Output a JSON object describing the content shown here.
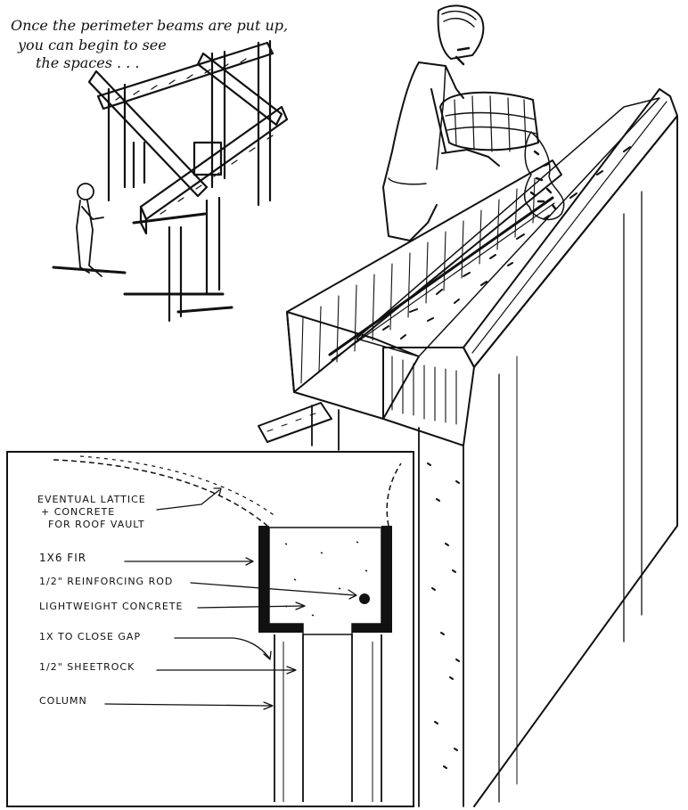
{
  "caption": {
    "lines": [
      "Once the perimeter beams are put up,",
      "you can begin to see",
      "the spaces . . ."
    ]
  },
  "section_labels": {
    "lattice_line1": "EVENTUAL LATTICE",
    "lattice_line2": "+ CONCRETE",
    "lattice_line3": "FOR ROOF VAULT",
    "fir": "1X6 FIR",
    "rod": "1/2\" REINFORCING ROD",
    "concrete": "LIGHTWEIGHT CONCRETE",
    "gap": "1X TO CLOSE GAP",
    "sheetrock": "1/2\" SHEETROCK",
    "column": "COLUMN"
  },
  "colors": {
    "ink": "#111111",
    "paper": "#ffffff"
  }
}
